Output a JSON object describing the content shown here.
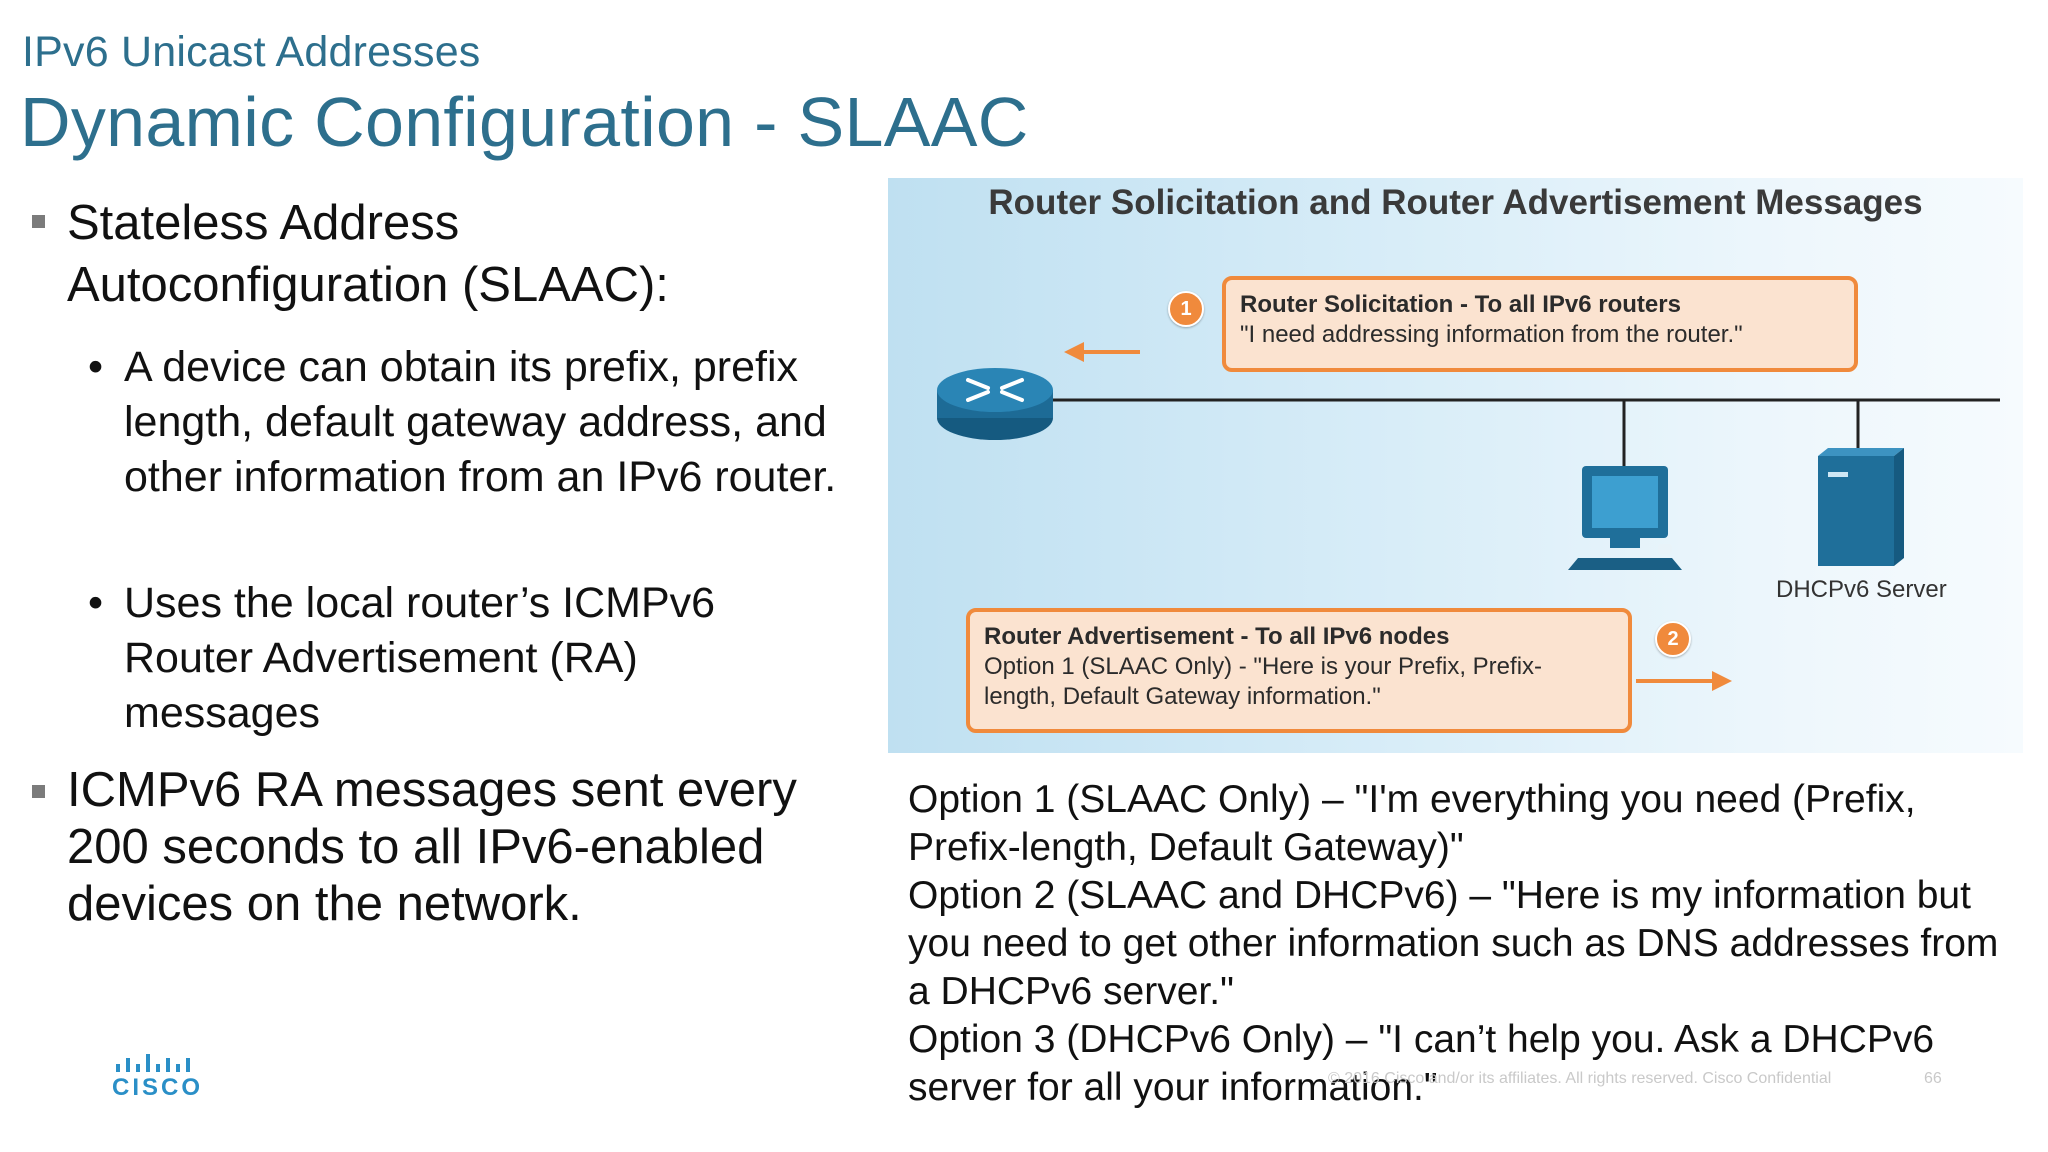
{
  "slide": {
    "kicker": "IPv6 Unicast Addresses",
    "title": "Dynamic Configuration - SLAAC"
  },
  "bullets": [
    {
      "text": "Stateless Address Autoconfiguration (SLAAC):",
      "sub": [
        "A device can obtain its prefix, prefix length, default gateway address, and other information from an IPv6 router.",
        "Uses the local router’s ICMPv6 Router Advertisement (RA) messages"
      ]
    },
    {
      "text": "ICMPv6 RA messages sent every 200 seconds to all IPv6-enabled devices on the network."
    }
  ],
  "diagram": {
    "title": "Router Solicitation and Router Advertisement Messages",
    "rs": {
      "badge": "1",
      "heading": "Router Solicitation - To all IPv6 routers",
      "text": "\"I need addressing information from the router.\""
    },
    "ra": {
      "badge": "2",
      "heading": "Router Advertisement - To all IPv6 nodes",
      "text": "Option 1 (SLAAC Only) - \"Here is your Prefix, Prefix-length, Default Gateway information.\""
    },
    "server_label": "DHCPv6 Server",
    "colors": {
      "accent": "#f08a3c",
      "callout_fill": "#fbe3d0",
      "device": "#1f6f9a"
    }
  },
  "options": [
    "Option 1 (SLAAC Only) – \"I'm everything you need (Prefix, Prefix-length, Default Gateway)\"",
    "Option 2 (SLAAC and DHCPv6) – \"Here is my information but you need to get other information such as DNS addresses from a DHCPv6 server.\"",
    "Option 3 (DHCPv6 Only) – \"I can’t help you. Ask a DHCPv6 server for all your information.\""
  ],
  "footer": {
    "copyright": "© 2016 Cisco and/or its affiliates. All rights reserved.   Cisco Confidential",
    "page": "66",
    "logo_text": "CISCO"
  }
}
